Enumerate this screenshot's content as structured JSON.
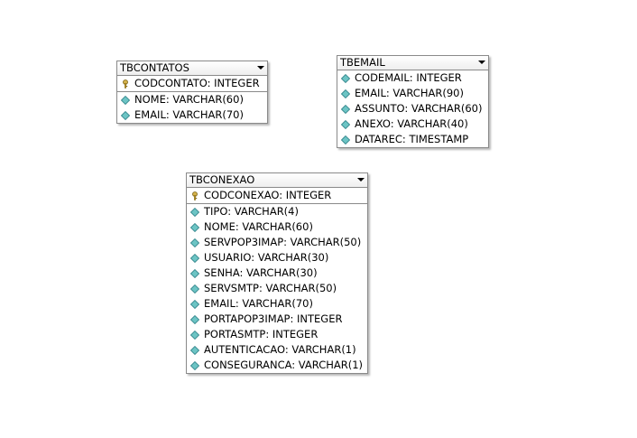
{
  "tables": {
    "tbcontatos": {
      "name": "TBCONTATOS",
      "pk": {
        "label": "CODCONTATO: INTEGER"
      },
      "fields": [
        {
          "label": "NOME: VARCHAR(60)"
        },
        {
          "label": "EMAIL: VARCHAR(70)"
        }
      ]
    },
    "tbemail": {
      "name": "TBEMAIL",
      "fields": [
        {
          "label": "CODEMAIL: INTEGER"
        },
        {
          "label": "EMAIL: VARCHAR(90)"
        },
        {
          "label": "ASSUNTO: VARCHAR(60)"
        },
        {
          "label": "ANEXO: VARCHAR(40)"
        },
        {
          "label": "DATAREC: TIMESTAMP"
        }
      ]
    },
    "tbconexao": {
      "name": "TBCONEXAO",
      "pk": {
        "label": "CODCONEXAO: INTEGER"
      },
      "fields": [
        {
          "label": "TIPO: VARCHAR(4)"
        },
        {
          "label": "NOME: VARCHAR(60)"
        },
        {
          "label": "SERVPOP3IMAP: VARCHAR(50)"
        },
        {
          "label": "USUARIO: VARCHAR(30)"
        },
        {
          "label": "SENHA: VARCHAR(30)"
        },
        {
          "label": "SERVSMTP: VARCHAR(50)"
        },
        {
          "label": "EMAIL: VARCHAR(70)"
        },
        {
          "label": "PORTAPOP3IMAP: INTEGER"
        },
        {
          "label": "PORTASMTP: INTEGER"
        },
        {
          "label": "AUTENTICACAO: VARCHAR(1)"
        },
        {
          "label": "CONSEGURANCA: VARCHAR(1)"
        }
      ]
    }
  }
}
